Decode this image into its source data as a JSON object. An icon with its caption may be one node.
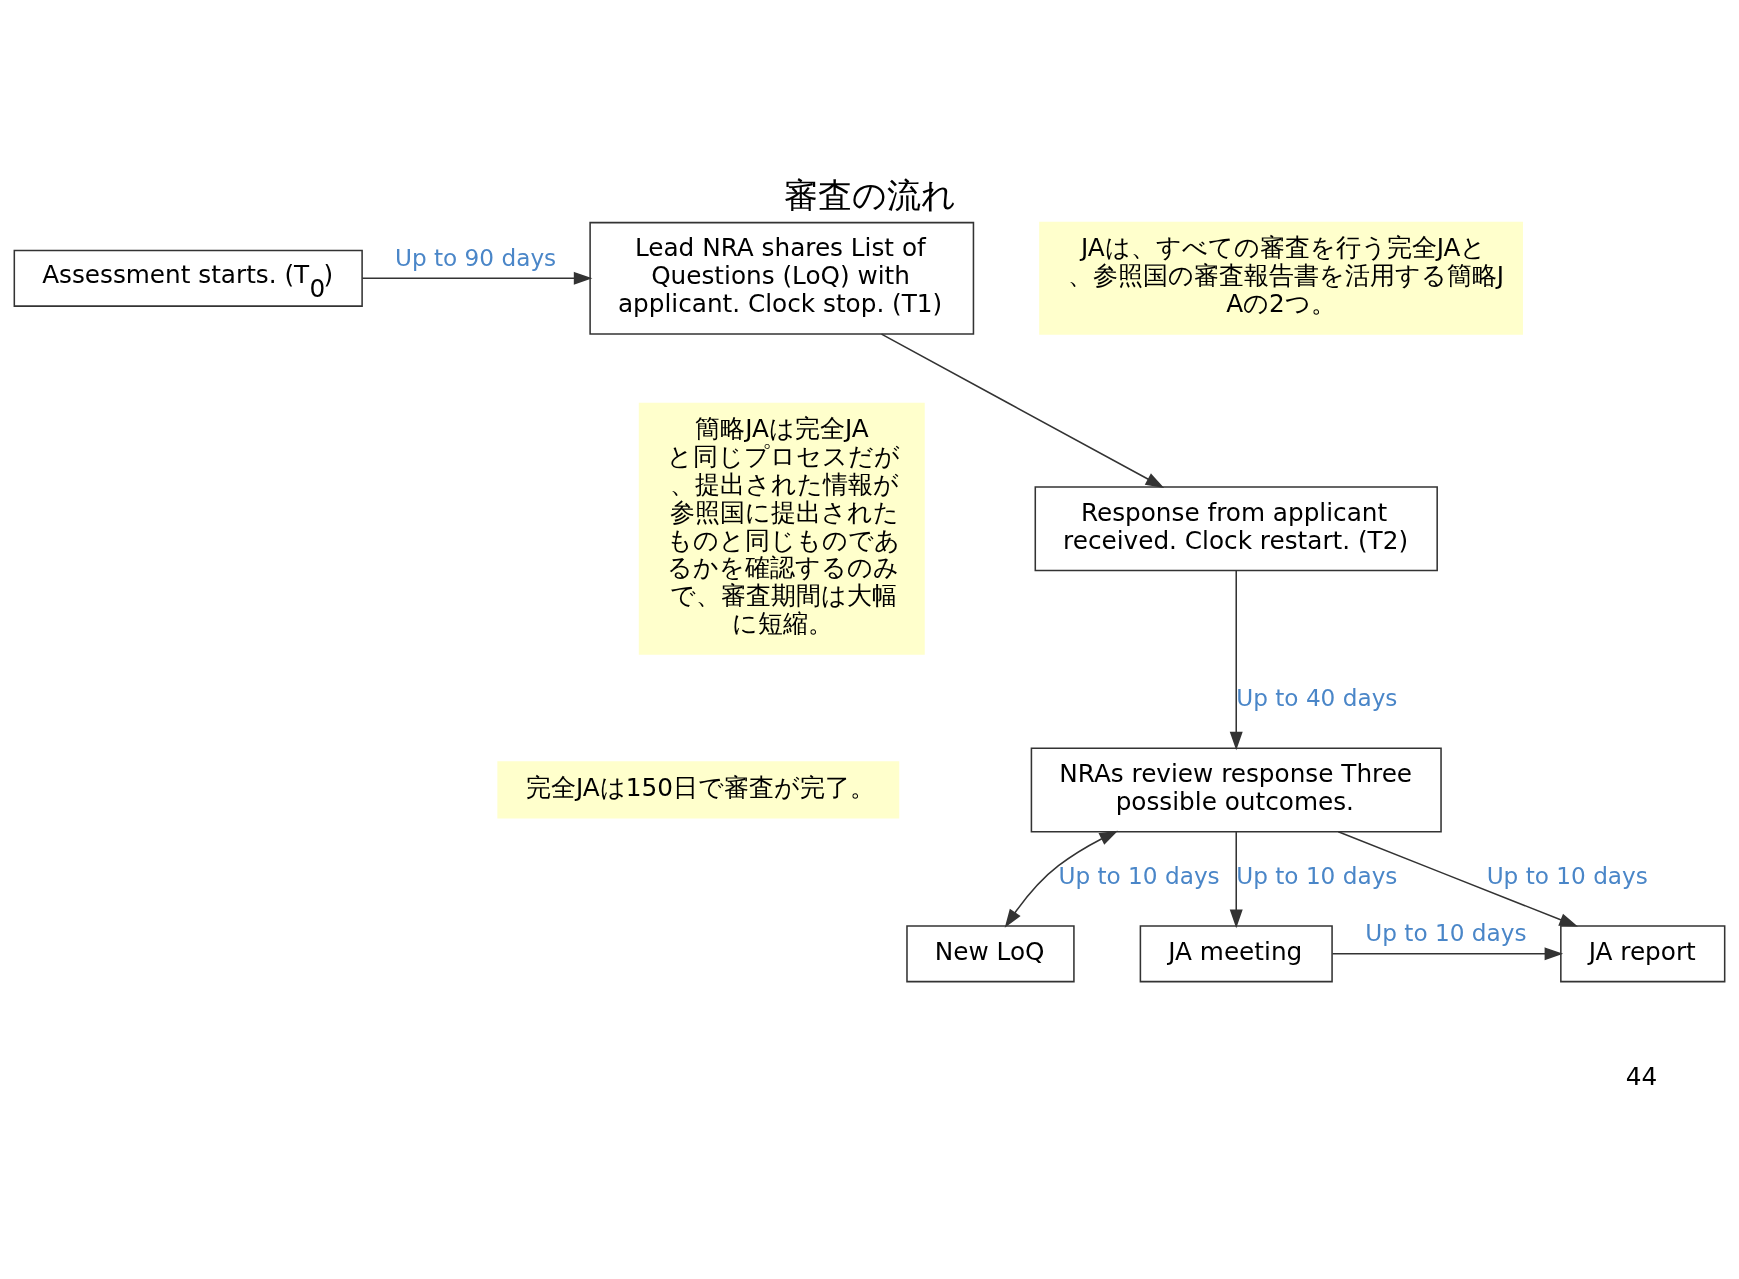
{
  "diagram": {
    "title": "審査の流れ",
    "nodes": [
      {
        "text": [
          "Assessment starts. (T$_{0}$)"
        ]
      },
      {
        "text": [
          "Lead NRA shares List of Questions (LoQ) with applicant. Clock stop. (T1)"
        ]
      },
      {
        "text": [
          "Response from applicant received. Clock restart. (T2)"
        ]
      },
      {
        "text": [
          "NRAs review response Three possible outcomes."
        ]
      },
      {
        "text": [
          "New LoQ"
        ]
      },
      {
        "text": [
          "JA meeting"
        ]
      },
      {
        "text": [
          "JA report"
        ]
      },
      {
        "text": [
          "JAは、すべての審査を行う完全JAと、参照国の審査報告書を活用する簡略JAの2つ。"
        ]
      },
      {
        "text": [
          "完全JAは150日で審査が完了。"
        ]
      },
      {
        "text": [
          "簡略JAは完全JAと同じプロセスだが、提出された情報が参照国に提出されたものと同じものであるかを確認するのみで、審査期間は大幅に短縮。"
        ]
      }
    ],
    "edges": [
      {
        "from": 0,
        "to": 1,
        "arrow": "to",
        "label": "Up to 90 days"
      },
      {
        "from": 1,
        "to": 2,
        "arrow": "to"
      },
      {
        "from": 2,
        "to": 3,
        "arrow": "to",
        "label": "Up to 40 days"
      },
      {
        "from": 3,
        "to": 4,
        "arrow": "both",
        "label": "Up to 10 days"
      },
      {
        "from": 3,
        "to": 5,
        "arrow": "to",
        "label": "Up to 10 days"
      },
      {
        "from": 3,
        "to": 6,
        "arrow": "to",
        "label": "Up to 10 days"
      },
      {
        "from": 5,
        "to": 6,
        "arrow": "to",
        "label": "Up to 10 days"
      }
    ],
    "labels": [
      "44"
    ]
  }
}
